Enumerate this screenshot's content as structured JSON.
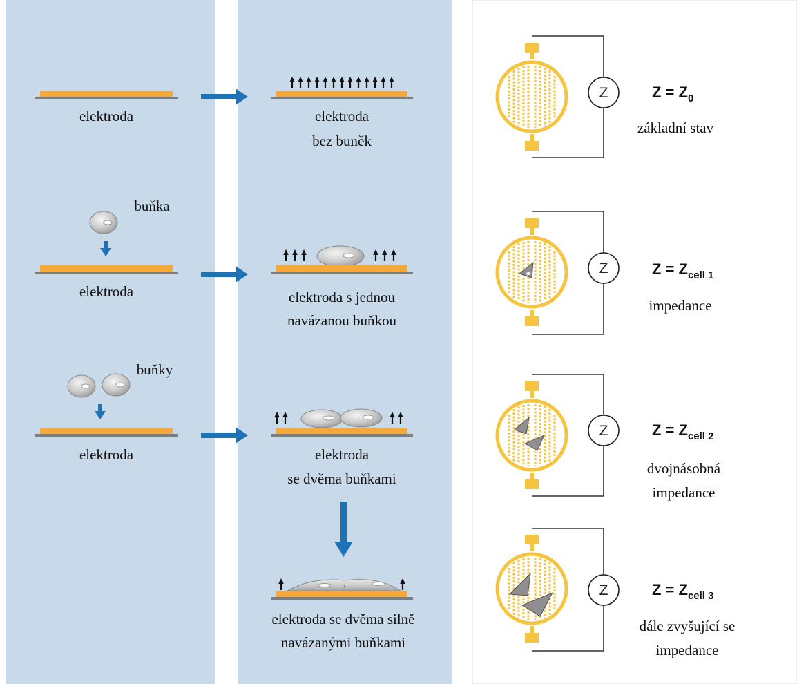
{
  "colors": {
    "panel_bg": "#c8d9ea",
    "electrode": "#f5a93b",
    "substrate": "#7d7d7d",
    "arrow_blue": "#1f72b4",
    "sensor_gold": "#f5c542",
    "cell_gray": "#c9c9c9",
    "wire": "#333333"
  },
  "left_column": {
    "rows": [
      {
        "electrode_label": "elektroda",
        "cell_label": ""
      },
      {
        "electrode_label": "elektroda",
        "cell_label": "buňka"
      },
      {
        "electrode_label": "elektroda",
        "cell_label": "buňky"
      }
    ]
  },
  "middle_column": {
    "rows": [
      {
        "line1": "elektroda",
        "line2": "bez buněk"
      },
      {
        "line1": "elektroda s jednou",
        "line2": "navázanou buňkou"
      },
      {
        "line1": "elektroda",
        "line2": "se dvěma buňkami"
      },
      {
        "line1": "elektroda se dvěma silně",
        "line2": "navázanými buňkami"
      }
    ]
  },
  "right_column": {
    "circuit_symbol": "Z",
    "rows": [
      {
        "eq_main": "Z = Z",
        "eq_sub": "0",
        "desc1": "základní stav",
        "desc2": ""
      },
      {
        "eq_main": "Z = Z",
        "eq_sub": "cell 1",
        "desc1": "impedance",
        "desc2": ""
      },
      {
        "eq_main": "Z = Z",
        "eq_sub": "cell 2",
        "desc1": "dvojnásobná",
        "desc2": "impedance"
      },
      {
        "eq_main": "Z = Z",
        "eq_sub": "cell 3",
        "desc1": "dále zvyšující se",
        "desc2": "impedance"
      }
    ]
  }
}
